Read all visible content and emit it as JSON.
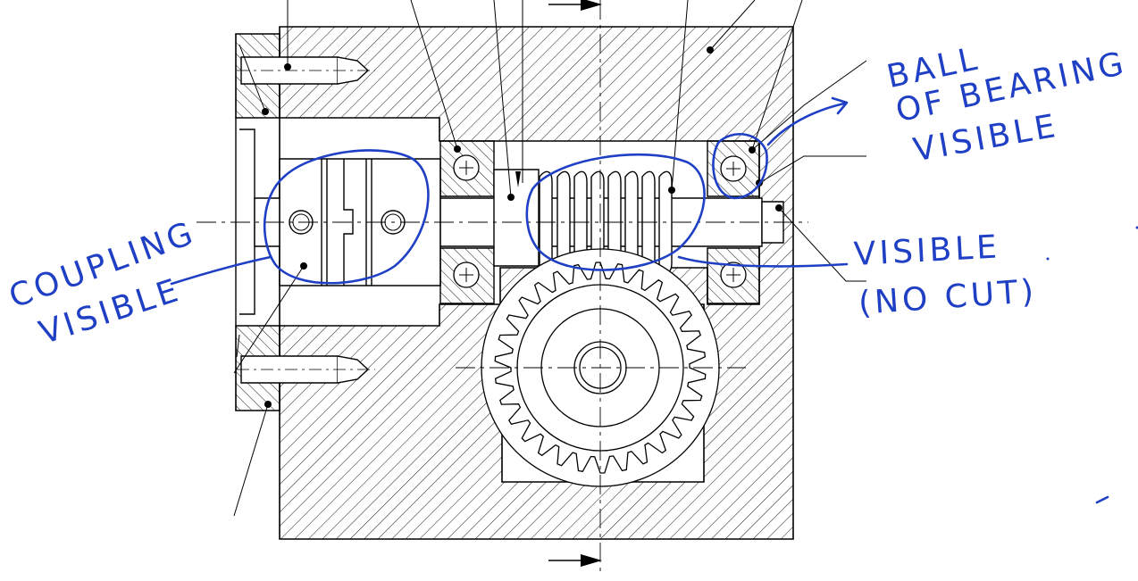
{
  "annotations": {
    "ball_bearing": [
      "BALL",
      "OF BEARING",
      "VISIBLE"
    ],
    "visible_no_cut": [
      "VISIBLE",
      "(NO CUT)"
    ],
    "coupling": [
      "COUPLING",
      "VISIBLE"
    ]
  },
  "colors": {
    "annotation_ink": "#1f3fc4",
    "drawing_line": "#000000",
    "background": "#ffffff"
  },
  "icons": {
    "section_arrow": "arrow-right-icon"
  }
}
